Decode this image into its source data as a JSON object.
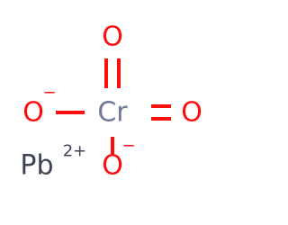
{
  "molecule": {
    "atoms": {
      "cr": {
        "symbol": "Cr",
        "color": "#6e7a96"
      },
      "o_top": {
        "symbol": "O",
        "color": "#ff0d0d"
      },
      "o_right": {
        "symbol": "O",
        "color": "#ff0d0d"
      },
      "o_left": {
        "symbol": "O",
        "color": "#ff0d0d",
        "charge": "−"
      },
      "o_bottom": {
        "symbol": "O",
        "color": "#ff0d0d",
        "charge": "−"
      },
      "pb": {
        "symbol": "Pb",
        "color": "#3d4454",
        "charge": "2+"
      }
    },
    "bonds": [
      {
        "from": "cr",
        "to": "o_top",
        "order": 2
      },
      {
        "from": "cr",
        "to": "o_right",
        "order": 2
      },
      {
        "from": "cr",
        "to": "o_left",
        "order": 1
      },
      {
        "from": "cr",
        "to": "o_bottom",
        "order": 1
      }
    ]
  }
}
